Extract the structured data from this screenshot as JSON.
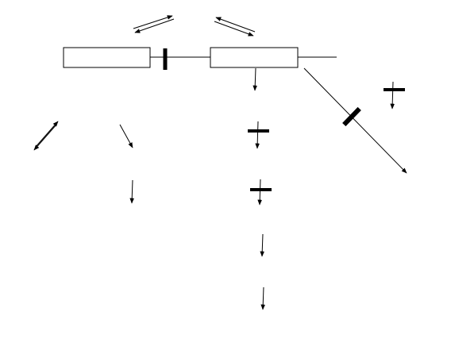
{
  "diagram": {
    "line_color": "#000000",
    "background_color": "#ffffff",
    "elements": [
      {
        "kind": "box",
        "name": "left-block"
      },
      {
        "kind": "box",
        "name": "right-block"
      },
      {
        "kind": "blocker",
        "name": "connector-blocker"
      },
      {
        "kind": "blocker",
        "name": "diagonal-blocker"
      },
      {
        "kind": "arrow",
        "name": "reversible-arrow-top-left"
      },
      {
        "kind": "arrow",
        "name": "reversible-arrow-top-right"
      },
      {
        "kind": "arrow",
        "name": "reversible-arrow-far-left"
      },
      {
        "kind": "arrow",
        "name": "output-arrow-right-block"
      },
      {
        "kind": "arrow",
        "name": "diagonal-output-arrow"
      },
      {
        "kind": "arrow",
        "name": "inhibited-arrow-far-right"
      },
      {
        "kind": "arrow",
        "name": "down-arrow-left-1"
      },
      {
        "kind": "arrow",
        "name": "down-arrow-left-2"
      },
      {
        "kind": "arrow",
        "name": "inhibited-arrow-middle-1"
      },
      {
        "kind": "arrow",
        "name": "inhibited-arrow-middle-2"
      },
      {
        "kind": "arrow",
        "name": "down-arrow-middle-3"
      },
      {
        "kind": "arrow",
        "name": "down-arrow-middle-4"
      }
    ]
  }
}
